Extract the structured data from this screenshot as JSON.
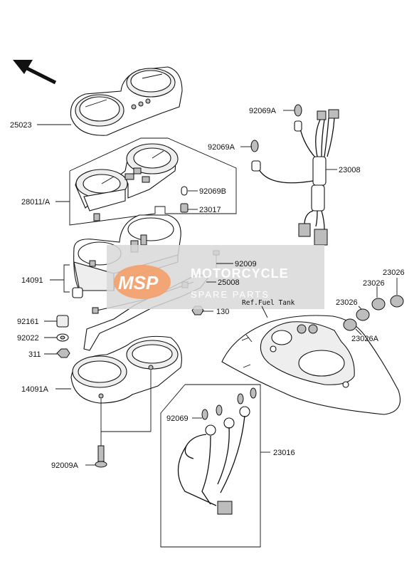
{
  "labels": {
    "p25023": "25023",
    "p28011a": "28011/A",
    "p14091": "14091",
    "p92161": "92161",
    "p92022": "92022",
    "p311": "311",
    "p14091a": "14091A",
    "p92009a": "92009A",
    "p92069a_top": "92069A",
    "p92069a_mid": "92069A",
    "p23008": "23008",
    "p92069b": "92069B",
    "p23017": "23017",
    "p92009": "92009",
    "p25008": "25008",
    "p130": "130",
    "p23026_a": "23026",
    "p23026_b": "23026",
    "p23026_c": "23026",
    "p23026a": "23026A",
    "p92069": "92069",
    "p23016": "23016",
    "ref_fuel_tank": "Ref.Fuel Tank"
  },
  "watermark": {
    "logo": "MSP",
    "title": "MOTORCYCLE",
    "subtitle": "SPARE PARTS"
  },
  "icons": {
    "direction": "front-direction-arrow-icon"
  },
  "colors": {
    "watermark_box": "#d8d8d8",
    "watermark_logo": "#f4a06a"
  }
}
